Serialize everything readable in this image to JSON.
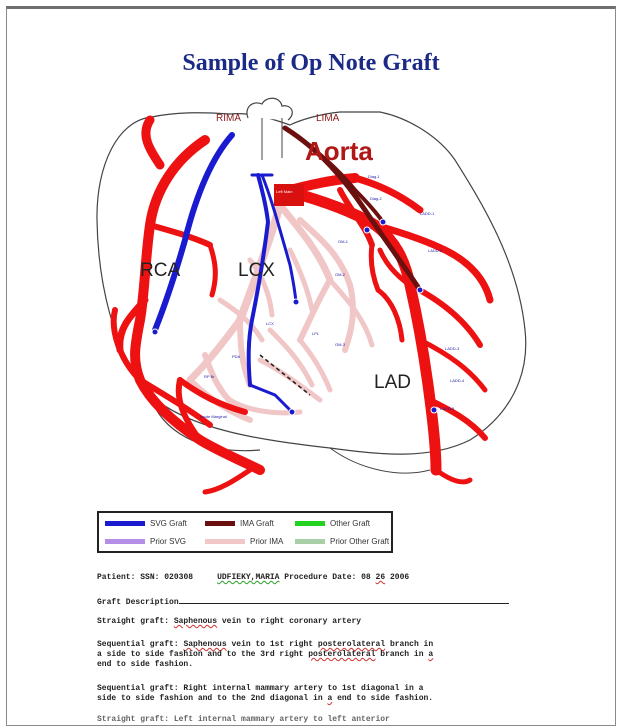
{
  "title": "Sample of Op Note Graft",
  "diagram_labels": {
    "rima": "RIMA",
    "lima": "LIMA",
    "aorta": "Aorta",
    "rca": "RCA",
    "lcx": "LCX",
    "lad": "LAD",
    "left_main": "Left Main",
    "diag_1": "Diag-1",
    "diag_2": "Diag-2",
    "ladd_1": "LADD-1",
    "ladd_2": "LADD-2",
    "om_1": "OM-1",
    "om_2": "OM-2",
    "rp_br": "RP Br",
    "pda": "PDA",
    "lcx_label": "LCX",
    "acute_marginal": "Acute Marginal",
    "ladd_3": "LADD-3",
    "ladd_4": "LADD-4",
    "ladd_5": "LADD-5",
    "lpl": "LPL",
    "om_3": "OM-3"
  },
  "legend": {
    "svg_graft": "SVG Graft",
    "ima_graft": "IMA Graft",
    "other_graft": "Other Graft",
    "prior_svg": "Prior SVG",
    "prior_ima": "Prior IMA",
    "prior_other_graft": "Prior Other Graft"
  },
  "colors": {
    "svg_graft": "#1a1acf",
    "ima_graft": "#6b0f0f",
    "other_graft": "#22d322",
    "prior_svg": "#b48ee6",
    "prior_ima": "#f0c6c6",
    "prior_other_graft": "#a9cfa9",
    "artery": "#ee1111",
    "title": "#1a2a86"
  },
  "note": {
    "patient_line": {
      "patient_label": "Patient:",
      "ssn_label": "SSN:",
      "ssn": "020308",
      "name": "UDFIEKY,MARIA",
      "procedure_label": "Procedure Date:",
      "date_month": "08",
      "date_day": "26",
      "date_year": "2006"
    },
    "graft_description": "Graft Description",
    "straight_prefix": "Straight graft:",
    "straight_word": "Saphenous",
    "straight_rest": "vein to right coronary artery",
    "seq1_a": "Sequential graft:",
    "seq1_word": "Saphenous",
    "seq1_b": "vein to 1st right",
    "seq1_word2": "posterolateral",
    "seq1_c": "branch in",
    "seq1_line2a": "a side to side fashion and to the 3rd right",
    "seq1_word3": "posterolateral",
    "seq1_line2b": "branch in",
    "seq1_a2": "a",
    "seq1_line3": "end to side fashion.",
    "seq2_line1": "Sequential graft: Right internal mammary artery to 1st diagonal in a",
    "seq2_line2a": "side to side fashion and to the 2nd diagonal in",
    "seq2_a": "a",
    "seq2_line2b": "end to side fashion.",
    "cut_line": "Straight graft: Left internal mammary artery to left anterior"
  }
}
